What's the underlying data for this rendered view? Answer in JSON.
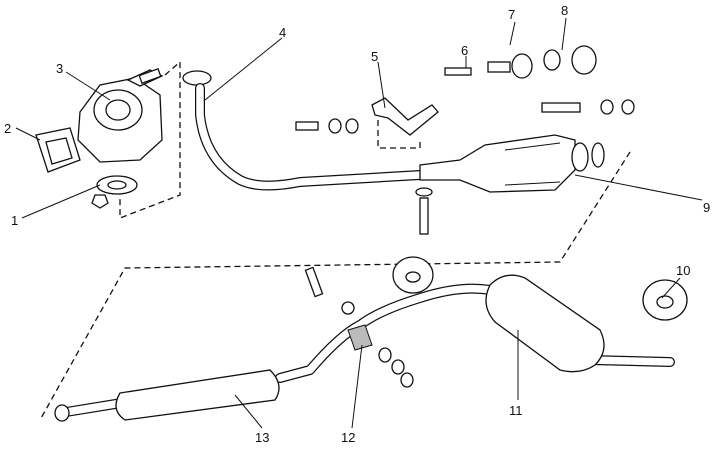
{
  "diagram": {
    "title": "Exhaust system exploded view",
    "callouts": [
      "1",
      "2",
      "3",
      "4",
      "5",
      "6",
      "7",
      "8",
      "9",
      "10",
      "11",
      "12",
      "13"
    ]
  }
}
